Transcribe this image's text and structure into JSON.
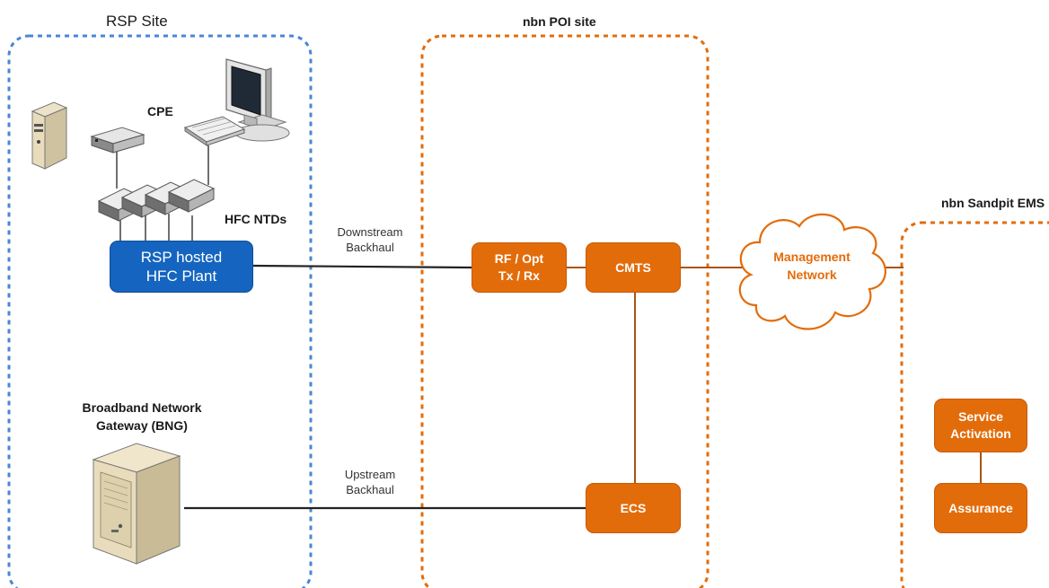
{
  "sites": {
    "rsp": "RSP Site",
    "poi": "nbn POI site",
    "ems": "nbn Sandpit EMS"
  },
  "rsp": {
    "cpe_label": "CPE",
    "ntd_label": "HFC NTDs",
    "hfc_plant": "RSP hosted\nHFC Plant",
    "bng_label": "Broadband Network\nGateway (BNG)"
  },
  "links": {
    "downstream": "Downstream\nBackhaul",
    "upstream": "Upstream\nBackhaul"
  },
  "poi": {
    "rf": "RF / Opt\nTx / Rx",
    "cmts": "CMTS",
    "ecs": "ECS"
  },
  "network": {
    "management": "Management\nNetwork"
  },
  "ems": {
    "service_activation": "Service\nActivation",
    "assurance": "Assurance"
  },
  "colors": {
    "rsp_border": "#4a86d4",
    "nbn_orange": "#e36c0a",
    "plant_blue": "#1565c0"
  },
  "icons": [
    "server-tower-icon",
    "modem-icon",
    "monitor-icon",
    "keyboard-icon",
    "ntd-device-icon",
    "bng-server-icon",
    "cloud-icon"
  ]
}
